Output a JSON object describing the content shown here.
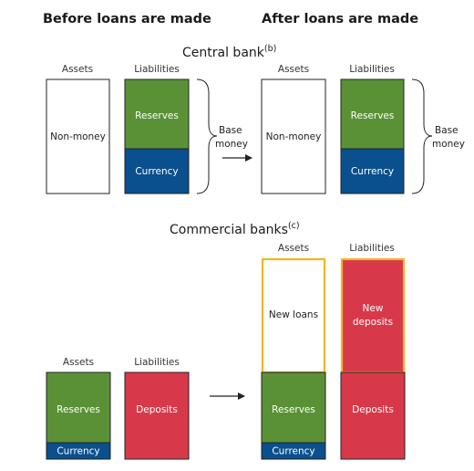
{
  "headers": {
    "before": "Before loans are made",
    "after": "After loans are made"
  },
  "central_bank": {
    "title": "Central bank",
    "note": "(b)"
  },
  "commercial_banks": {
    "title": "Commercial banks",
    "note": "(c)"
  },
  "columns": {
    "assets": "Assets",
    "liabilities": "Liabilities"
  },
  "labels": {
    "non_money": "Non-money",
    "reserves": "Reserves",
    "currency": "Currency",
    "deposits": "Deposits",
    "new_loans": "New loans",
    "new_deposits_line1": "New",
    "new_deposits_line2": "deposits",
    "base_money_line1": "Base",
    "base_money_line2": "money"
  },
  "colors": {
    "reserves": "#5a9136",
    "currency": "#0a4f8e",
    "deposits": "#d8394a",
    "new_highlight": "#f5b324",
    "outline": "#222222"
  }
}
